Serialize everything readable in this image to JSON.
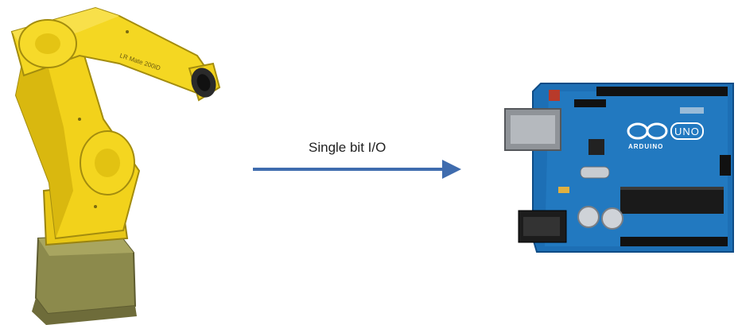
{
  "diagram": {
    "arrow_label": "Single bit I/O",
    "nodes": [
      {
        "id": "robot",
        "icon": "industrial-robot-arm-icon",
        "color": "#f2d21b"
      },
      {
        "id": "arduino",
        "icon": "arduino-uno-board-icon",
        "color": "#1d6fb5"
      }
    ],
    "edges": [
      {
        "from": "robot",
        "to": "arduino",
        "label_ref": "arrow_label",
        "color": "#3f6cae"
      }
    ],
    "board_text": {
      "logo_text": "UNO",
      "brand_text": "ARDUINO"
    },
    "colors": {
      "arrow": "#3f6cae",
      "robot_yellow": "#f2d21b",
      "robot_base": "#8a8a4a",
      "board_blue": "#1d6fb5"
    }
  }
}
